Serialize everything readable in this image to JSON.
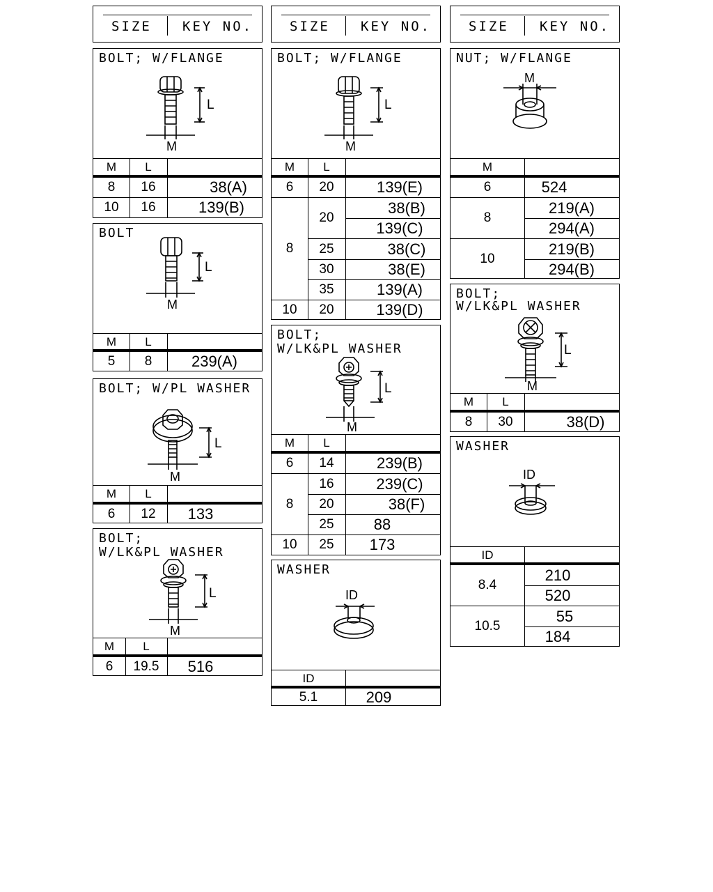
{
  "header": {
    "size": "SIZE",
    "key": "KEY NO."
  },
  "col1": {
    "bolt_flange": {
      "title": "BOLT; W/FLANGE",
      "dims": {
        "l": "L",
        "m": "M"
      },
      "headers": [
        "M",
        "L"
      ],
      "rows": [
        {
          "m": "8",
          "l": "16",
          "key": "38(A)"
        },
        {
          "m": "10",
          "l": "16",
          "key": "139(B)"
        }
      ]
    },
    "bolt": {
      "title": "BOLT",
      "dims": {
        "l": "L",
        "m": "M"
      },
      "headers": [
        "M",
        "L"
      ],
      "rows": [
        {
          "m": "5",
          "l": "8",
          "key": "239(A)"
        }
      ]
    },
    "bolt_pl": {
      "title": "BOLT; W/PL WASHER",
      "dims": {
        "l": "L",
        "m": "M"
      },
      "headers": [
        "M",
        "L"
      ],
      "rows": [
        {
          "m": "6",
          "l": "12",
          "key": "133"
        }
      ]
    },
    "bolt_lkpl": {
      "title1": "BOLT;",
      "title2": "W/LK&PL WASHER",
      "dims": {
        "l": "L",
        "m": "M"
      },
      "headers": [
        "M",
        "L"
      ],
      "rows": [
        {
          "m": "6",
          "l": "19.5",
          "key": "516"
        }
      ]
    }
  },
  "col2": {
    "bolt_flange": {
      "title": "BOLT; W/FLANGE",
      "dims": {
        "l": "L",
        "m": "M"
      },
      "headers": [
        "M",
        "L"
      ],
      "r6": {
        "m": "6",
        "l": "20",
        "key": "139(E)"
      },
      "m8": "8",
      "l20": "20",
      "k20a": "38(B)",
      "k20b": "139(C)",
      "l25": "25",
      "k25": "38(C)",
      "l30": "30",
      "k30": "38(E)",
      "l35": "35",
      "k35": "139(A)",
      "r10": {
        "m": "10",
        "l": "20",
        "key": "139(D)"
      }
    },
    "bolt_lkpl": {
      "title1": "BOLT;",
      "title2": "W/LK&PL WASHER",
      "dims": {
        "l": "L",
        "m": "M"
      },
      "headers": [
        "M",
        "L"
      ],
      "r6": {
        "m": "6",
        "l": "14",
        "key": "239(B)"
      },
      "m8": "8",
      "l16": "16",
      "k16": "239(C)",
      "l20": "20",
      "k20": "38(F)",
      "l25": "25",
      "k25": "88",
      "r10": {
        "m": "10",
        "l": "25",
        "key": "173"
      }
    },
    "washer": {
      "title": "WASHER",
      "dims": {
        "id": "ID"
      },
      "headers": [
        "ID"
      ],
      "rows": [
        {
          "id": "5.1",
          "key": "209"
        }
      ]
    }
  },
  "col3": {
    "nut": {
      "title": "NUT; W/FLANGE",
      "dims": {
        "m": "M"
      },
      "headers": [
        "M"
      ],
      "r6": {
        "m": "6",
        "key": "524"
      },
      "m8": "8",
      "k8a": "219(A)",
      "k8b": "294(A)",
      "m10": "10",
      "k10a": "219(B)",
      "k10b": "294(B)"
    },
    "bolt_lkpl": {
      "title1": "BOLT;",
      "title2": "W/LK&PL WASHER",
      "dims": {
        "l": "L",
        "m": "M"
      },
      "headers": [
        "M",
        "L"
      ],
      "rows": [
        {
          "m": "8",
          "l": "30",
          "key": "38(D)"
        }
      ]
    },
    "washer": {
      "title": "WASHER",
      "dims": {
        "id": "ID"
      },
      "headers": [
        "ID"
      ],
      "id1": "8.4",
      "k1a": "210",
      "k1b": "520",
      "id2": "10.5",
      "k2a": "55",
      "k2b": "184"
    }
  }
}
